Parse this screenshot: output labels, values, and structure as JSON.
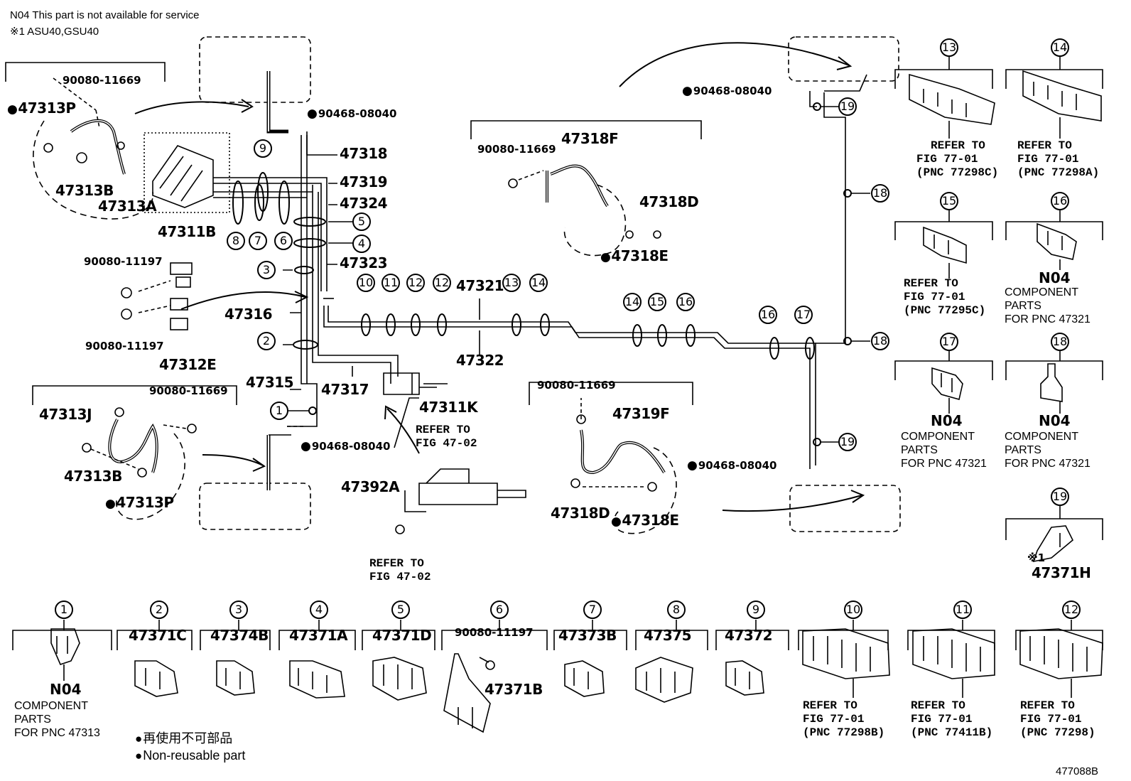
{
  "notes": {
    "n04": "N04 This part is not available for service",
    "x1": "※1 ASU40,GSU40"
  },
  "callouts": {
    "p9008011669_a": "90080-11669",
    "p47313P_a": "47313P",
    "p47313B_a": "47313B",
    "p47313A": "47313A",
    "p9046808040_a": "90468-08040",
    "p47318": "47318",
    "p47319": "47319",
    "p47324": "47324",
    "p47323": "47323",
    "p47311B": "47311B",
    "p9008011197_a": "90080-11197",
    "p9008011197_b": "90080-11197",
    "p47312E": "47312E",
    "p47316": "47316",
    "p47315": "47315",
    "p47317": "47317",
    "p47321": "47321",
    "p47322": "47322",
    "p47311K": "47311K",
    "refer4702_a_1": "REFER TO",
    "refer4702_a_2": "FIG 47-02",
    "p47392A": "47392A",
    "refer4702_b_1": "REFER TO",
    "refer4702_b_2": "FIG 47-02",
    "p9008011669_b": "90080-11669",
    "p47313J": "47313J",
    "p47313B_b": "47313B",
    "p47313P_b": "47313P",
    "p9046808040_b": "90468-08040",
    "p9008011669_c": "90080-11669",
    "p47318F": "47318F",
    "p47318D_a": "47318D",
    "p47318E_a": "47318E",
    "p9046808040_c": "90468-08040",
    "p9008011669_d": "90080-11669",
    "p47319F": "47319F",
    "p47318D_b": "47318D",
    "p47318E_b": "47318E",
    "p9046808040_d": "90468-08040"
  },
  "right_parts": [
    {
      "num": "13",
      "lines": [
        "REFER TO",
        "FIG 77-01",
        "(PNC 77298C)"
      ]
    },
    {
      "num": "14",
      "lines": [
        "REFER TO",
        "FIG 77-01",
        "(PNC 77298A)"
      ]
    },
    {
      "num": "15",
      "lines": [
        "REFER TO",
        "FIG 77-01",
        "(PNC 77295C)"
      ]
    },
    {
      "num": "16",
      "n04": "N04",
      "lines": [
        "COMPONENT",
        "PARTS",
        "FOR PNC 47321"
      ]
    },
    {
      "num": "17",
      "n04": "N04",
      "lines": [
        "COMPONENT",
        "PARTS",
        "FOR PNC 47321"
      ]
    },
    {
      "num": "18",
      "n04": "N04",
      "lines": [
        "COMPONENT",
        "PARTS",
        "FOR PNC 47321"
      ]
    },
    {
      "num": "19",
      "mark": "※1",
      "part": "47371H"
    }
  ],
  "bottom_parts": [
    {
      "num": "1",
      "n04": "N04",
      "lines": [
        "COMPONENT",
        "PARTS",
        "FOR PNC 47313"
      ]
    },
    {
      "num": "2",
      "part": "47371C"
    },
    {
      "num": "3",
      "part": "47374B"
    },
    {
      "num": "4",
      "part": "47371A"
    },
    {
      "num": "5",
      "part": "47371D"
    },
    {
      "num": "6",
      "part": "90080-11197",
      "part2": "47371B"
    },
    {
      "num": "7",
      "part": "47373B"
    },
    {
      "num": "8",
      "part": "47375"
    },
    {
      "num": "9",
      "part": "47372"
    },
    {
      "num": "10",
      "lines": [
        "REFER TO",
        "FIG 77-01",
        "(PNC 77298B)"
      ]
    },
    {
      "num": "11",
      "lines": [
        "REFER TO",
        "FIG 77-01",
        "(PNC 77411B)"
      ]
    },
    {
      "num": "12",
      "lines": [
        "REFER TO",
        "FIG 77-01",
        "(PNC 77298)"
      ]
    }
  ],
  "clamp_labels": [
    "9",
    "8",
    "7",
    "6",
    "5",
    "4",
    "3",
    "2",
    "1",
    "10",
    "11",
    "12",
    "13",
    "14",
    "14",
    "15",
    "16",
    "16",
    "17",
    "18",
    "18",
    "19",
    "19"
  ],
  "legend": {
    "jp": "再使用不可部品",
    "en": "Non-reusable part"
  },
  "figure_code": "477088B"
}
